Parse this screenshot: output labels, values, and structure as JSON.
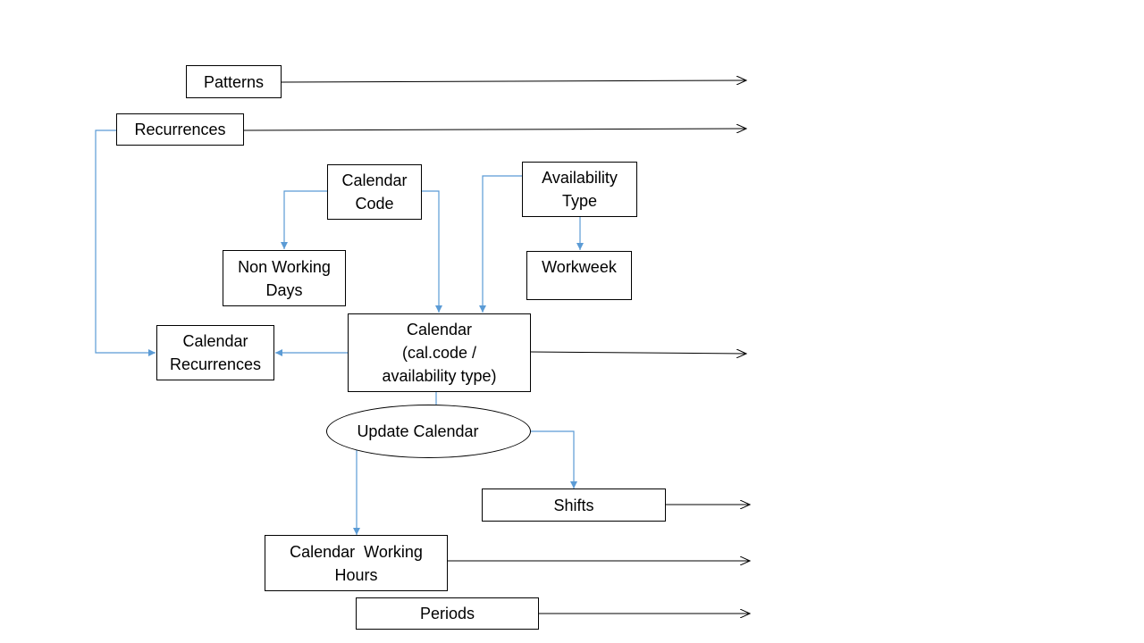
{
  "diagram": {
    "nodes": {
      "patterns": {
        "lines": [
          "Patterns"
        ]
      },
      "recurrences": {
        "lines": [
          "Recurrences"
        ]
      },
      "calendar_code": {
        "lines": [
          "Calendar",
          "Code"
        ]
      },
      "availability_type": {
        "lines": [
          "Availability",
          "Type"
        ]
      },
      "non_working_days": {
        "lines": [
          "Non Working",
          "Days"
        ]
      },
      "workweek": {
        "lines": [
          "Workweek"
        ]
      },
      "calendar": {
        "lines": [
          "Calendar",
          "(cal.code /",
          "availability type)"
        ]
      },
      "calendar_recurrences": {
        "lines": [
          "Calendar",
          "Recurrences"
        ]
      },
      "update_calendar": {
        "lines": [
          "Update",
          "Calendar"
        ]
      },
      "shifts": {
        "lines": [
          "Shifts"
        ]
      },
      "calendar_working_hours": {
        "lines": [
          "Calendar  Working",
          "Hours"
        ]
      },
      "periods": {
        "lines": [
          "Periods"
        ]
      }
    },
    "colors": {
      "connector": "#5b9bd5",
      "outline": "#000000",
      "output_arrow": "#000000"
    }
  }
}
